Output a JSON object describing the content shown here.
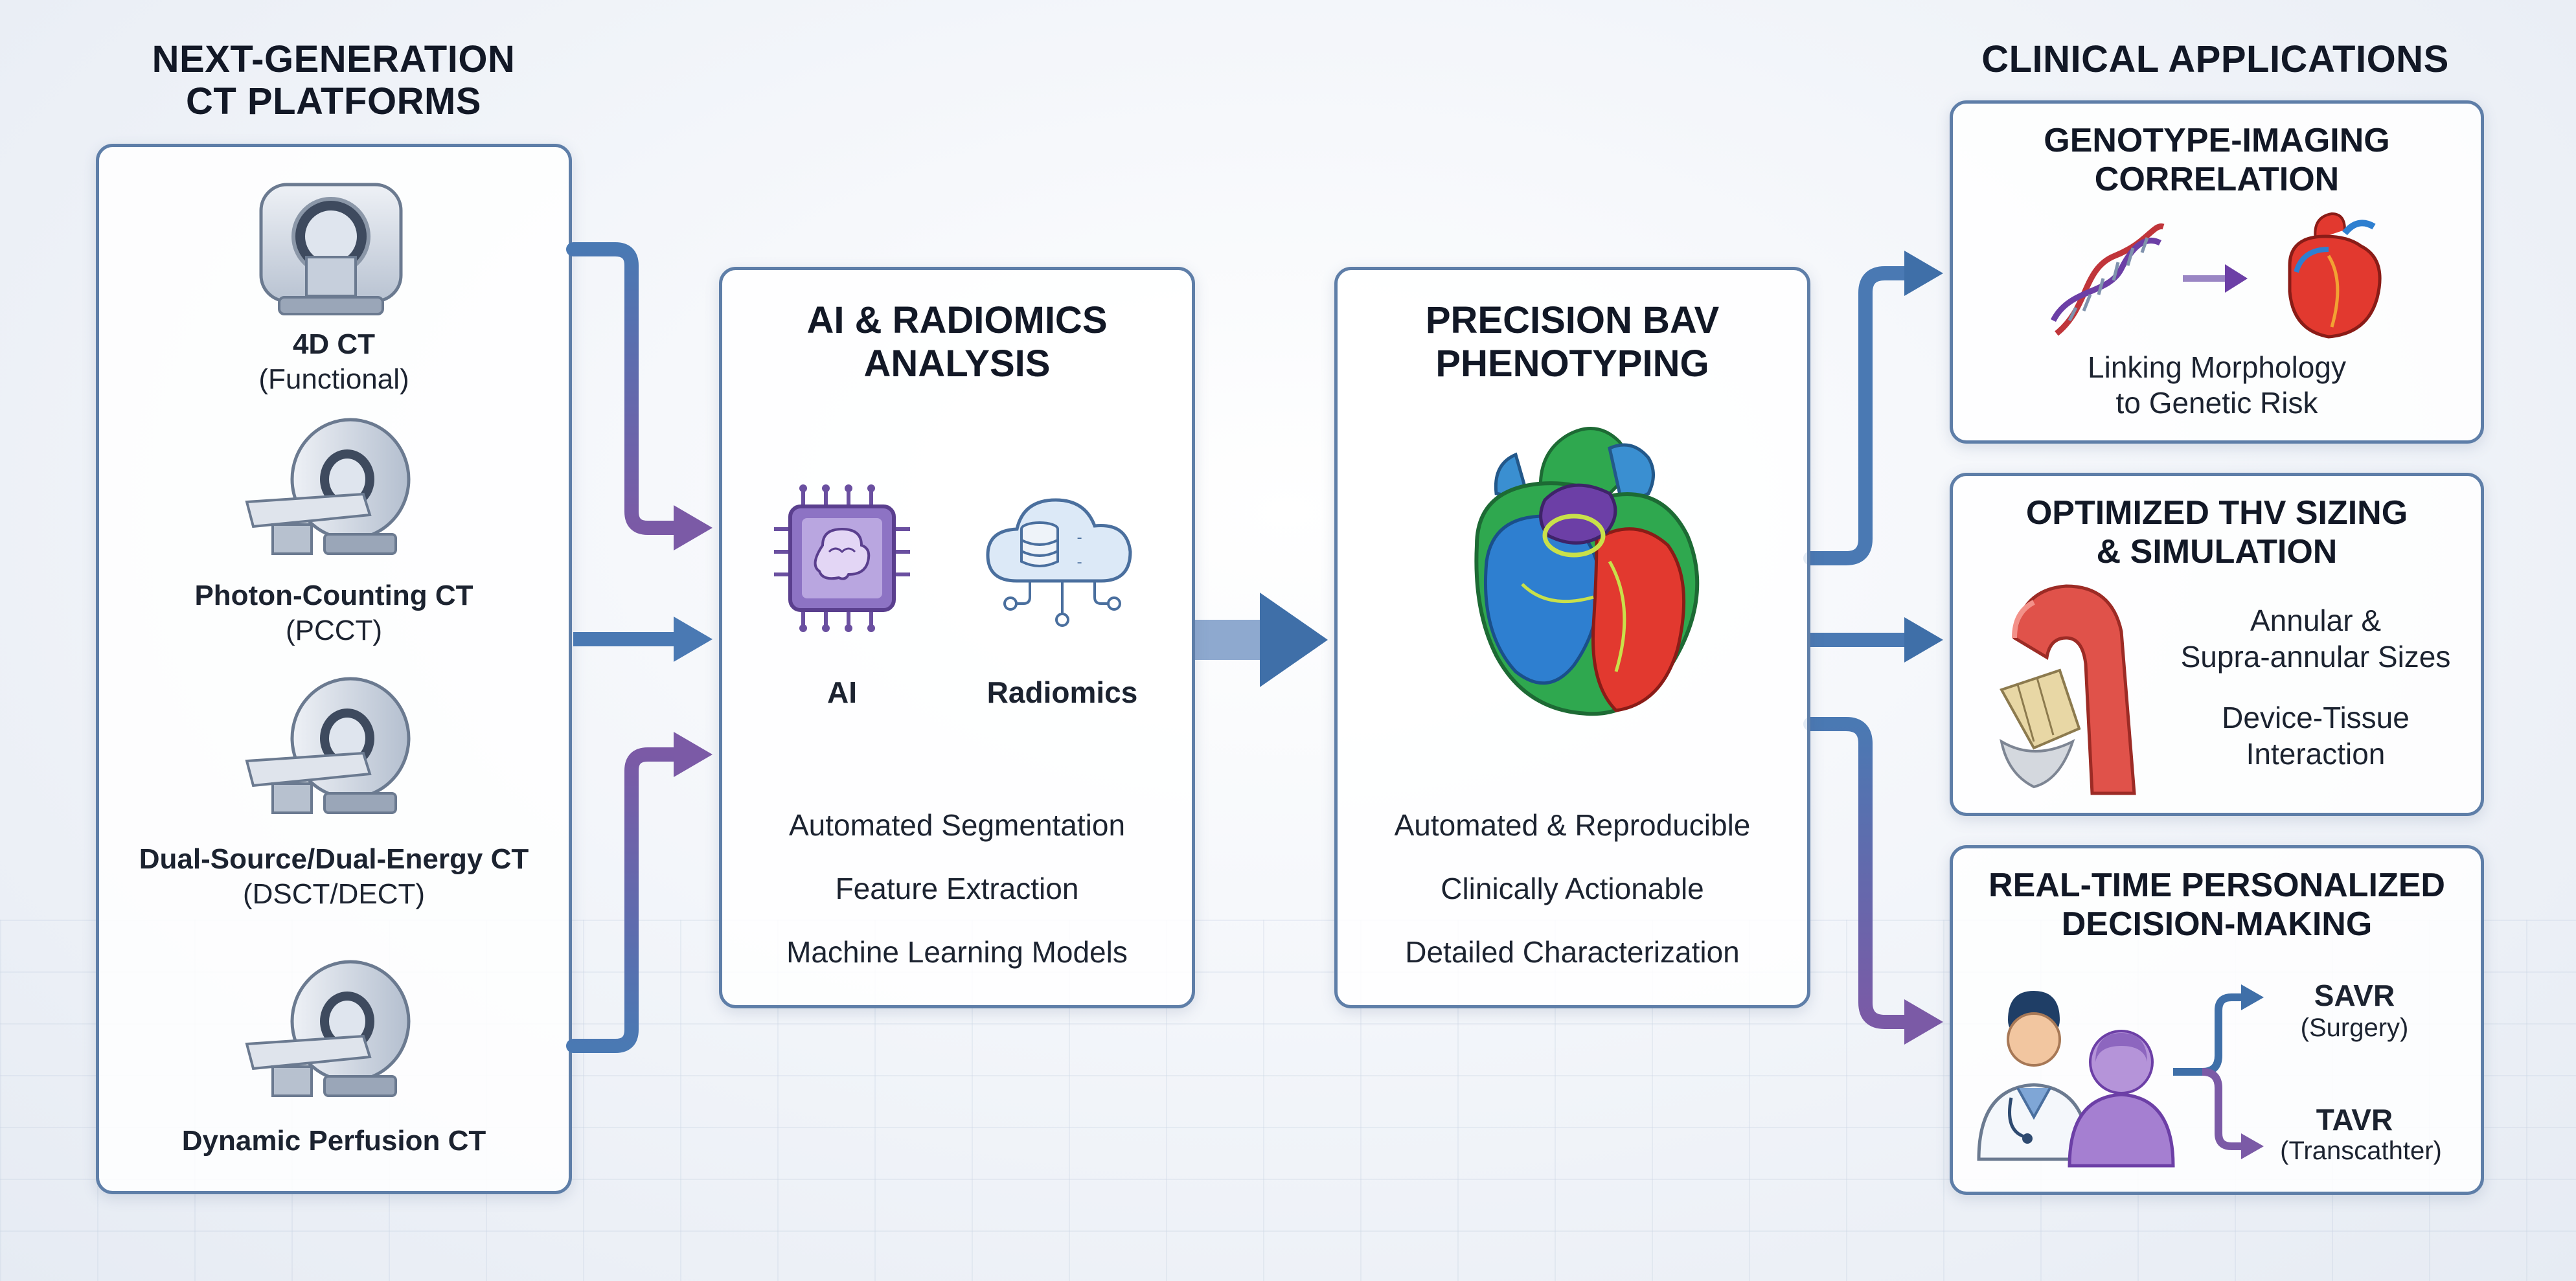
{
  "ct_platforms": {
    "heading": "NEXT-GENERATION\nCT PLATFORMS",
    "items": [
      {
        "name": "4D CT",
        "sub": "(Functional)",
        "icon": "ct-scanner-front-icon"
      },
      {
        "name": "Photon-Counting CT",
        "sub": "(PCCT)",
        "icon": "ct-scanner-icon"
      },
      {
        "name": "Dual-Source/Dual-Energy CT",
        "sub": "(DSCT/DECT)",
        "icon": "ct-scanner-icon"
      },
      {
        "name": "Dynamic Perfusion CT",
        "sub": "",
        "icon": "ct-scanner-icon"
      }
    ]
  },
  "ai_panel": {
    "title": "AI & RADIOMICS\nANALYSIS",
    "ai_label": "AI",
    "radiomics_label": "Radiomics",
    "bullets": [
      "Automated Segmentation",
      "Feature Extraction",
      "Machine Learning Models"
    ]
  },
  "bav_panel": {
    "title": "PRECISION BAV\nPHENOTYPING",
    "bullets": [
      "Automated & Reproducible",
      "Clinically Actionable",
      "Detailed Characterization"
    ]
  },
  "clinical": {
    "heading": "CLINICAL APPLICATIONS",
    "genotype": {
      "title": "GENOTYPE-IMAGING\nCORRELATION",
      "text": "Linking Morphology\nto Genetic Risk"
    },
    "thv": {
      "title": "OPTIMIZED THV SIZING\n& SIMULATION",
      "line1": "Annular &\nSupra-annular Sizes",
      "line2": "Device-Tissue\nInteraction"
    },
    "decision": {
      "title": "REAL-TIME PERSONALIZED\nDECISION-MAKING",
      "savr": "SAVR",
      "savr_sub": "(Surgery)",
      "tavr": "TAVR",
      "tavr_sub": "(Transcathter)"
    }
  },
  "colors": {
    "border": "#5e7ea8",
    "arrow_blue": "#3f6fa8",
    "arrow_purple": "#7b5aa6"
  }
}
